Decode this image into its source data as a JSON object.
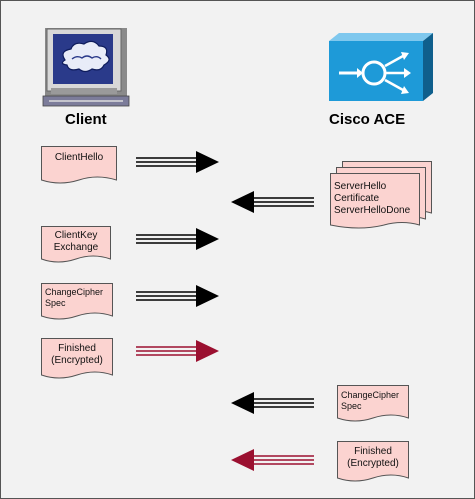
{
  "nodes": {
    "client": "Client",
    "server": "Cisco ACE"
  },
  "messages": {
    "client_hello": "ClientHello",
    "server_hello_lines": [
      "ServerHello",
      "Certificate",
      "ServerHelloDone"
    ],
    "client_key_lines": [
      "ClientKey",
      "Exchange"
    ],
    "change_cipher_client_lines": [
      "ChangeCipher",
      "Spec"
    ],
    "finished_client_lines": [
      "Finished",
      "(Encrypted)"
    ],
    "change_cipher_server_lines": [
      "ChangeCipher",
      "Spec"
    ],
    "finished_server_lines": [
      "Finished",
      "(Encrypted)"
    ]
  },
  "colors": {
    "doc_fill": "#fbd3d0",
    "plain_arrow": "#000000",
    "encrypted_arrow": "#9b1030",
    "ace_blue": "#1e9ad8",
    "background": "#f2f2f2"
  },
  "icons": {
    "client": "computer-terminal-icon",
    "server": "cisco-ace-appliance-icon"
  }
}
